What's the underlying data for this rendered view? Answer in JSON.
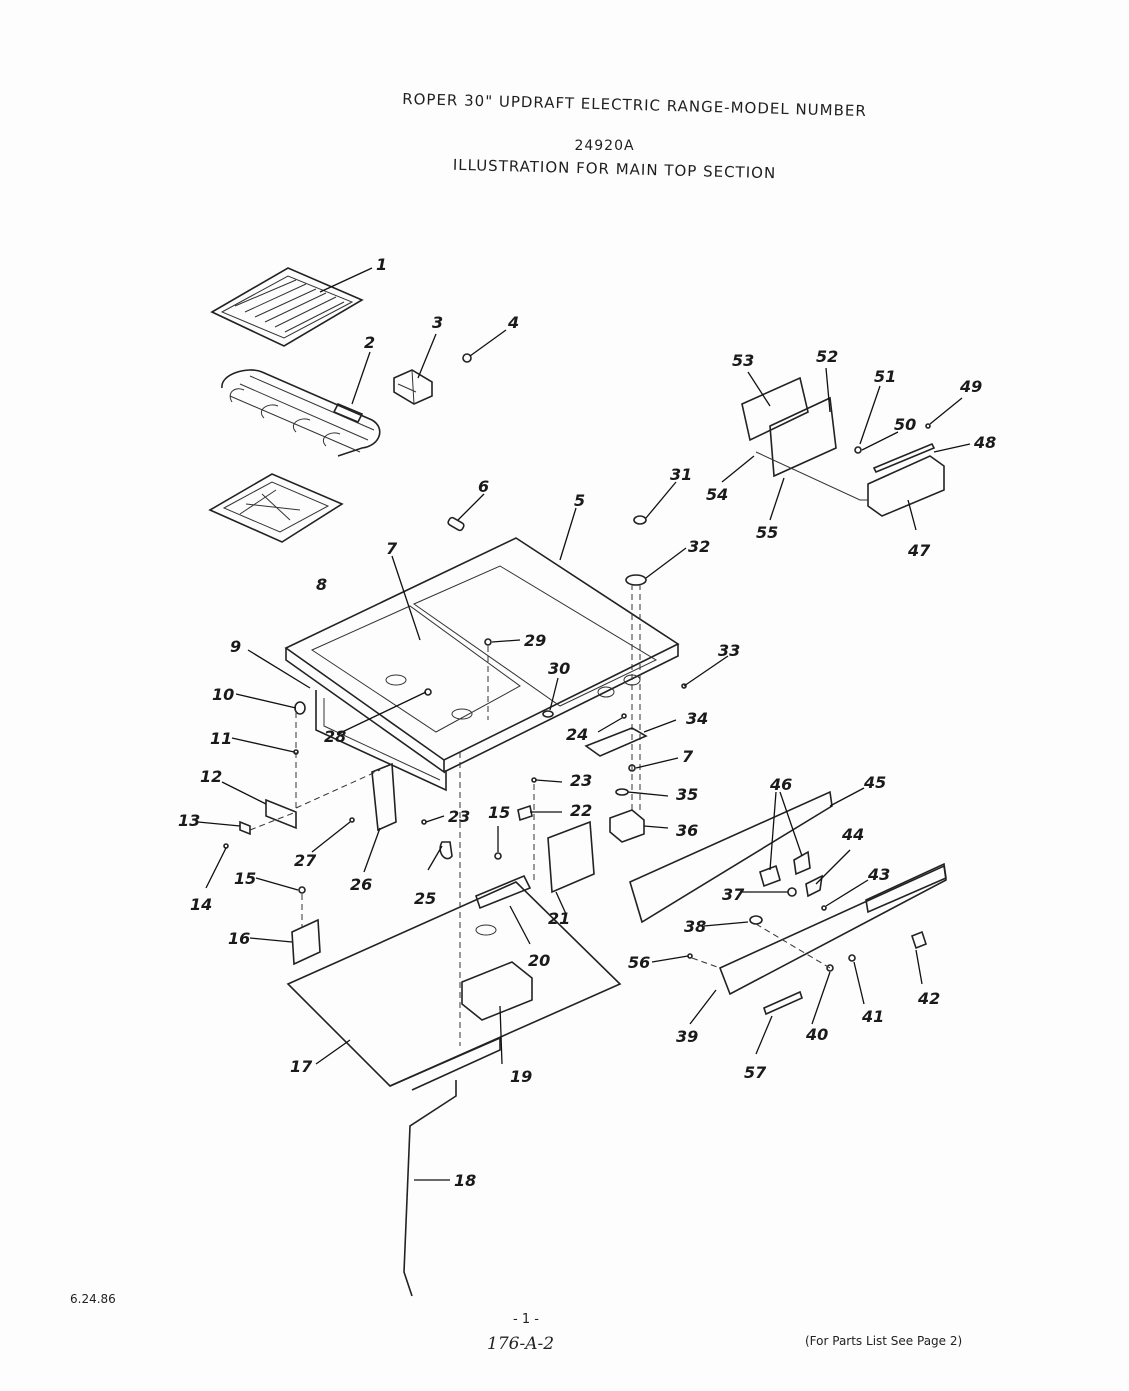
{
  "title": {
    "line1": "ROPER 30\" UPDRAFT ELECTRIC RANGE-MODEL NUMBER",
    "line2": "24920A",
    "line3": "ILLUSTRATION FOR MAIN TOP SECTION"
  },
  "callouts": [
    "1",
    "2",
    "3",
    "4",
    "5",
    "6",
    "7",
    "8",
    "9",
    "10",
    "11",
    "12",
    "13",
    "14",
    "15",
    "15",
    "16",
    "17",
    "18",
    "19",
    "20",
    "21",
    "22",
    "23",
    "23",
    "24",
    "25",
    "26",
    "27",
    "28",
    "29",
    "30",
    "31",
    "32",
    "33",
    "34",
    "7",
    "35",
    "36",
    "37",
    "38",
    "39",
    "40",
    "41",
    "42",
    "43",
    "44",
    "45",
    "46",
    "47",
    "48",
    "49",
    "50",
    "51",
    "52",
    "53",
    "54",
    "55",
    "56",
    "57"
  ],
  "footer": {
    "date": "6.24.86",
    "page": "- 1 -",
    "handwritten_ref": "176-A-2",
    "parts_list_note": "(For Parts List See Page 2)"
  }
}
